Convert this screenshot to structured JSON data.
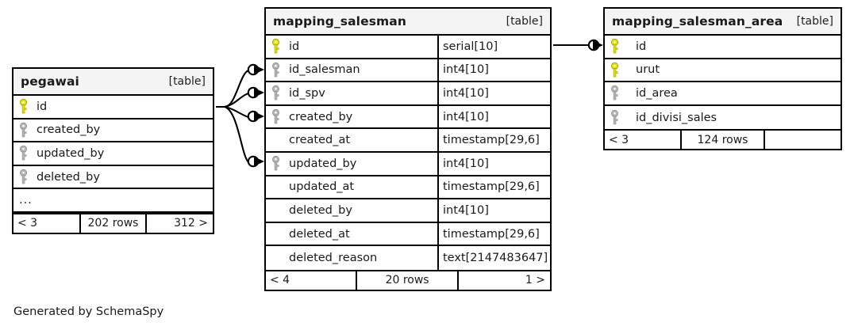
{
  "diagram": {
    "kind_label": "[table]",
    "credit": "Generated by SchemaSpy",
    "colors": {
      "primary_key": "#e3e300",
      "foreign_key": "#b4b4b4",
      "header_bg": "#f4f4f4",
      "border": "#000000",
      "background": "#ffffff",
      "text": "#1a1a1a"
    },
    "tables": [
      {
        "name": "pegawai",
        "kind": "[table]",
        "truncated_marker": "...",
        "columns": [
          {
            "name": "id",
            "key": "primary",
            "type": ""
          },
          {
            "name": "created_by",
            "key": "foreign",
            "type": ""
          },
          {
            "name": "updated_by",
            "key": "foreign",
            "type": ""
          },
          {
            "name": "deleted_by",
            "key": "foreign",
            "type": ""
          }
        ],
        "footer": {
          "prev": "< 3",
          "rows": "202 rows",
          "next": "312 >"
        }
      },
      {
        "name": "mapping_salesman",
        "kind": "[table]",
        "columns": [
          {
            "name": "id",
            "key": "primary",
            "type": "serial[10]"
          },
          {
            "name": "id_salesman",
            "key": "foreign",
            "type": "int4[10]"
          },
          {
            "name": "id_spv",
            "key": "foreign",
            "type": "int4[10]"
          },
          {
            "name": "created_by",
            "key": "foreign",
            "type": "int4[10]"
          },
          {
            "name": "created_at",
            "key": "none",
            "type": "timestamp[29,6]"
          },
          {
            "name": "updated_by",
            "key": "foreign",
            "type": "int4[10]"
          },
          {
            "name": "updated_at",
            "key": "none",
            "type": "timestamp[29,6]"
          },
          {
            "name": "deleted_by",
            "key": "none",
            "type": "int4[10]"
          },
          {
            "name": "deleted_at",
            "key": "none",
            "type": "timestamp[29,6]"
          },
          {
            "name": "deleted_reason",
            "key": "none",
            "type": "text[2147483647]"
          }
        ],
        "footer": {
          "prev": "< 4",
          "rows": "20 rows",
          "next": "1 >"
        }
      },
      {
        "name": "mapping_salesman_area",
        "kind": "[table]",
        "columns": [
          {
            "name": "id",
            "key": "primary",
            "type": ""
          },
          {
            "name": "urut",
            "key": "primary",
            "type": ""
          },
          {
            "name": "id_area",
            "key": "foreign",
            "type": ""
          },
          {
            "name": "id_divisi_sales",
            "key": "foreign",
            "type": ""
          }
        ],
        "footer": {
          "prev": "< 3",
          "rows": "124 rows",
          "next": ""
        }
      }
    ],
    "relationships": [
      {
        "from_table": "pegawai",
        "from_column": "id",
        "to_table": "mapping_salesman",
        "to_column": "id_salesman"
      },
      {
        "from_table": "pegawai",
        "from_column": "id",
        "to_table": "mapping_salesman",
        "to_column": "id_spv"
      },
      {
        "from_table": "pegawai",
        "from_column": "id",
        "to_table": "mapping_salesman",
        "to_column": "created_by"
      },
      {
        "from_table": "pegawai",
        "from_column": "id",
        "to_table": "mapping_salesman",
        "to_column": "updated_by"
      },
      {
        "from_table": "mapping_salesman",
        "from_column": "id",
        "to_table": "mapping_salesman_area",
        "to_column": "id"
      }
    ]
  }
}
